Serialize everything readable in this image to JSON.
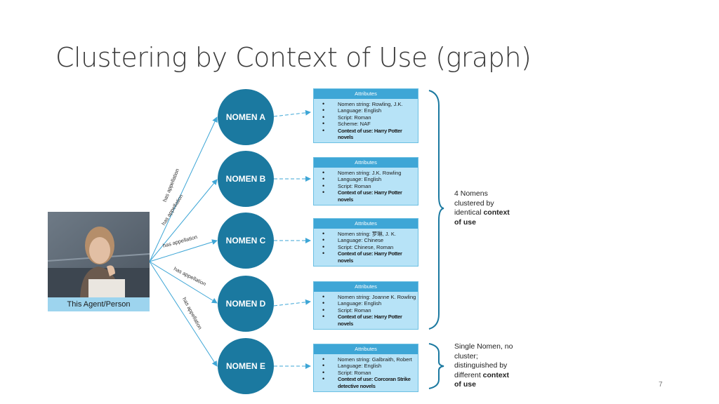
{
  "title": "Clustering by Context of Use (graph)",
  "agent_label": "This Agent/Person",
  "edge_label": "has appellation",
  "nomens": [
    {
      "name": "NOMEN A",
      "header": "Attributes",
      "items": [
        "Nomen string: Rowling, J.K.",
        "Language: English",
        "Script: Roman",
        "Scheme: NAF"
      ],
      "context": "Context of use: Harry Potter novels"
    },
    {
      "name": "NOMEN B",
      "header": "Attributes",
      "items": [
        "Nomen string: J.K. Rowling",
        "Language: English",
        "Script: Roman"
      ],
      "context": "Context of use: Harry Potter novels"
    },
    {
      "name": "NOMEN C",
      "header": "Attributes",
      "items": [
        "Nomen string: 罗琳, J. K.",
        "Language: Chinese",
        "Script: Chinese, Roman"
      ],
      "context": "Context of use: Harry Potter novels"
    },
    {
      "name": "NOMEN D",
      "header": "Attributes",
      "items": [
        "Nomen string: Joanne K. Rowling",
        "Language: English",
        "Script: Roman"
      ],
      "context": "Context of use: Harry Potter novels"
    },
    {
      "name": "NOMEN E",
      "header": "Attributes",
      "items": [
        "Nomen string: Galbraith, Robert",
        "Language: English",
        "Script: Roman"
      ],
      "context": "Context of use: Corcoran Strike detective novels"
    }
  ],
  "note_cluster": {
    "line1": "4 Nomens",
    "line2": "clustered by",
    "line3a": "identical ",
    "line3b": "context",
    "line4": "of use"
  },
  "note_single": {
    "line1": "Single Nomen, no",
    "line2": "cluster;",
    "line3": "distinguished by",
    "line4a": "different ",
    "line4b": "context",
    "line5": "of use"
  },
  "page_number": "7",
  "colors": {
    "nomen": "#1b79a0",
    "attr_header": "#3ea6d6",
    "attr_body": "#b7e3f7",
    "arrow": "#3ea6d6",
    "bracket": "#1b79a0"
  }
}
